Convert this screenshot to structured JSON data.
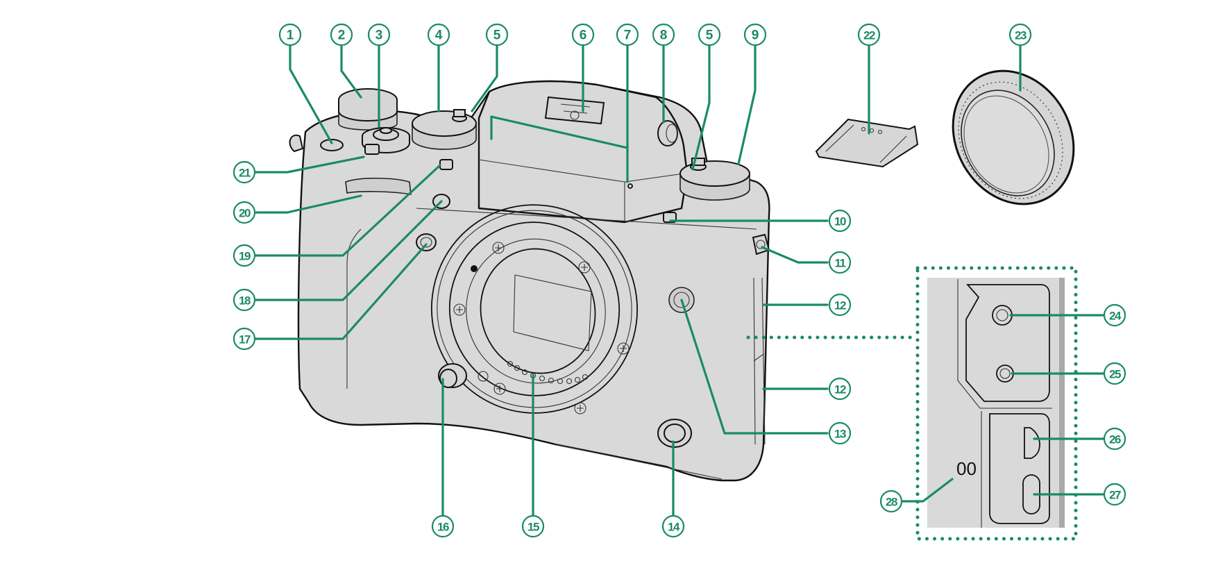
{
  "diagram": {
    "title": "Camera body parts diagram",
    "accent_color": "#1a8a68",
    "body_color": "#d9d9d9",
    "inset_mark_text": "00",
    "callouts": [
      {
        "id": "c1",
        "label": "1"
      },
      {
        "id": "c2",
        "label": "2"
      },
      {
        "id": "c3",
        "label": "3"
      },
      {
        "id": "c4",
        "label": "4"
      },
      {
        "id": "c5a",
        "label": "5"
      },
      {
        "id": "c6",
        "label": "6"
      },
      {
        "id": "c7",
        "label": "7"
      },
      {
        "id": "c8",
        "label": "8"
      },
      {
        "id": "c5b",
        "label": "5"
      },
      {
        "id": "c9",
        "label": "9"
      },
      {
        "id": "c22",
        "label": "22"
      },
      {
        "id": "c23",
        "label": "23"
      },
      {
        "id": "c21",
        "label": "21"
      },
      {
        "id": "c20",
        "label": "20"
      },
      {
        "id": "c19",
        "label": "19"
      },
      {
        "id": "c18",
        "label": "18"
      },
      {
        "id": "c17",
        "label": "17"
      },
      {
        "id": "c10",
        "label": "10"
      },
      {
        "id": "c11",
        "label": "11"
      },
      {
        "id": "c12a",
        "label": "12"
      },
      {
        "id": "c12b",
        "label": "12"
      },
      {
        "id": "c13",
        "label": "13"
      },
      {
        "id": "c16",
        "label": "16"
      },
      {
        "id": "c15",
        "label": "15"
      },
      {
        "id": "c14",
        "label": "14"
      },
      {
        "id": "c24",
        "label": "24"
      },
      {
        "id": "c25",
        "label": "25"
      },
      {
        "id": "c26",
        "label": "26"
      },
      {
        "id": "c27",
        "label": "27"
      },
      {
        "id": "c28",
        "label": "28"
      }
    ]
  }
}
